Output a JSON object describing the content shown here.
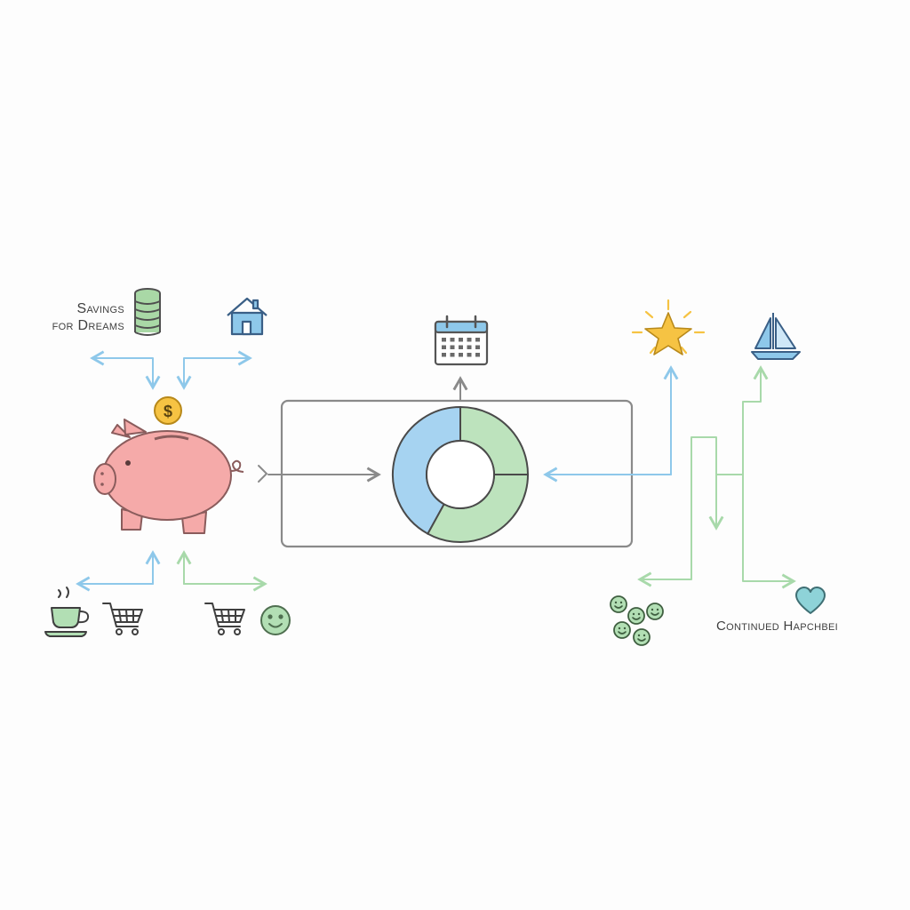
{
  "labels": {
    "savings_line1": "Savings",
    "savings_line2": "for Dreams",
    "continued": "Continued Hapchbei"
  },
  "icons": {
    "coin_symbol": "$",
    "top_left": [
      "coin-stack-icon",
      "house-icon"
    ],
    "center": [
      "piggy-bank-icon",
      "dollar-coin-icon",
      "calendar-icon",
      "donut-chart-icon"
    ],
    "bottom_left": [
      "coffee-cup-icon",
      "shopping-cart-icon",
      "shopping-cart-icon",
      "smiley-face-icon"
    ],
    "right": [
      "star-icon",
      "sailboat-icon",
      "smiley-group-icon",
      "heart-icon"
    ]
  },
  "colors": {
    "blue": "#8ec8ea",
    "green": "#b2dfb4",
    "pink": "#f5aaa9",
    "gray": "#8a8a8a",
    "gold": "#f6c343"
  },
  "chart_data": {
    "type": "pie",
    "slices": [
      {
        "name": "",
        "value": 0.42,
        "color": "#a6d3f1"
      },
      {
        "name": "",
        "value": 0.58,
        "color": "#bde3bd"
      }
    ]
  }
}
